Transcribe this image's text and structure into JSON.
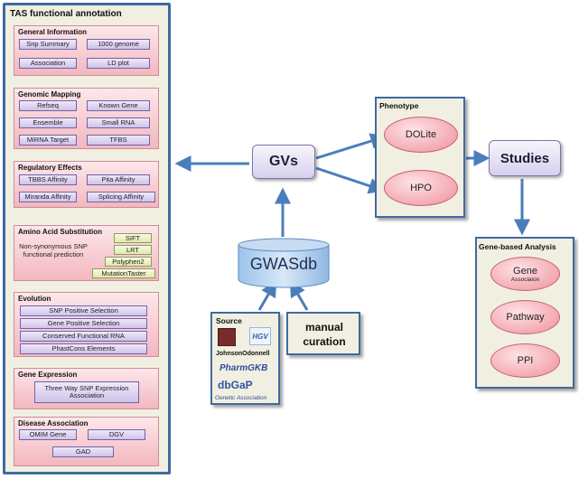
{
  "panel": {
    "title": "TAS functional annotation",
    "sections": {
      "general": {
        "title": "General Information",
        "items": [
          "Snp Summary",
          "1000 genome",
          "Association",
          "LD plot"
        ]
      },
      "genomic": {
        "title": "Genomic Mapping",
        "items": [
          "Refseq",
          "Known Gene",
          "Ensemble",
          "Small RNA",
          "MiRNA Target",
          "TFBS"
        ]
      },
      "regulatory": {
        "title": "Regulatory Effects",
        "items": [
          "TBBS Affinity",
          "Pita Affinity",
          "Miranda Affinity",
          "Splicing Affinity"
        ]
      },
      "amino": {
        "title": "Amino Acid Substitution",
        "description": "Non-synonymous SNP functional prediction",
        "tools": [
          "SIFT",
          "LRT",
          "Polyphen2",
          "MutationTaster"
        ]
      },
      "evolution": {
        "title": "Evolution",
        "items": [
          "SNP Positive Selection",
          "Gene Positive Selection",
          "Conserved Functional RNA",
          "PhastCons Elements"
        ]
      },
      "expression": {
        "title": "Gene Expression",
        "items": [
          "Three Way SNP Expression Association"
        ]
      },
      "disease": {
        "title": "Disease Association",
        "items": [
          "OMIM Gene",
          "DGV",
          "GAD"
        ]
      }
    }
  },
  "nodes": {
    "gvs": "GVs",
    "gwasdb": "GWASdb",
    "studies": "Studies",
    "manual": "manual curation"
  },
  "phenotype": {
    "title": "Phenotype",
    "items": [
      "DOLite",
      "HPO"
    ]
  },
  "gene_analysis": {
    "title": "Gene-based Analysis",
    "items": [
      {
        "label": "Gene",
        "sub": "Associaion"
      },
      {
        "label": "Pathway"
      },
      {
        "label": "PPI"
      }
    ]
  },
  "source": {
    "title": "Source",
    "logos": [
      "HGV",
      "JohnsonOdonnell",
      "PharmGKB",
      "dbGaP",
      "Genetic Association"
    ]
  },
  "colors": {
    "arrow": "#4a7ebb",
    "frame_border": "#3f6b9e",
    "section_fill": "#f3b7bf",
    "pill_fill": "#cfc3ea",
    "ellipse_fill": "#f08f9b"
  }
}
